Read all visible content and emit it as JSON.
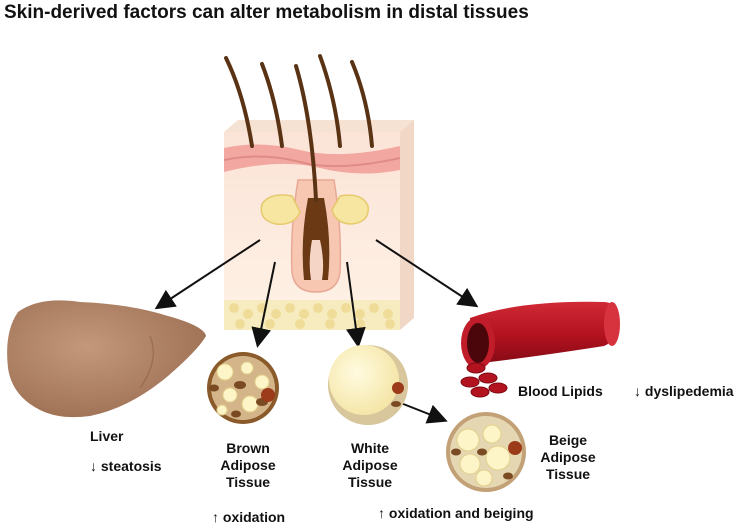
{
  "title": "Skin-derived factors can alter metabolism in distal tissues",
  "labels": {
    "liver": "Liver",
    "liver_effect": "↓ steatosis",
    "brown_line1": "Brown",
    "brown_line2": "Adipose",
    "brown_line3": "Tissue",
    "brown_effect": "↑ oxidation",
    "white_line1": "White",
    "white_line2": "Adipose",
    "white_line3": "Tissue",
    "white_effect": "↑ oxidation and beiging",
    "beige_line1": "Beige",
    "beige_line2": "Adipose",
    "beige_line3": "Tissue",
    "blood": "Blood Lipids",
    "blood_effect": "↓ dyslipedemia"
  },
  "colors": {
    "liver": "#a87a5e",
    "skin_pink": "#f0a8a0",
    "fat_yellow": "#f5e6a0",
    "blood_red": "#b3121f",
    "brown_cell": "#8b5a2b",
    "arrow": "#111111"
  }
}
